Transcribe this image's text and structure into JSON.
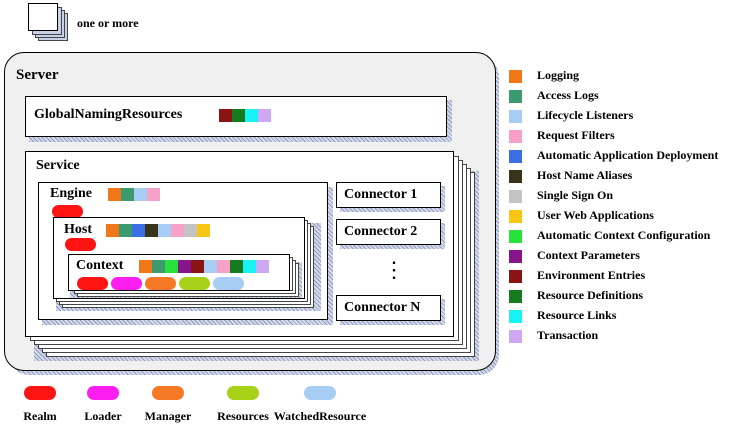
{
  "legend_top": {
    "label": "one or more"
  },
  "colors": {
    "logging": "#f07819",
    "access_logs": "#3b9a6e",
    "lifecycle_listeners": "#a8cdf4",
    "request_filters": "#f7a0c8",
    "automatic_application_deployment": "#3a6fe3",
    "host_name_aliases": "#38331a",
    "single_sign_on": "#c3c3c3",
    "user_web_applications": "#f7c613",
    "automatic_context_configuration": "#26e23a",
    "context_parameters": "#86168a",
    "environment_entries": "#8a1414",
    "resource_definitions": "#167a1e",
    "resource_links": "#19f2f2",
    "transaction": "#cfa8f4",
    "realm": "#ff1414",
    "loader": "#ff1ef0",
    "manager": "#f67a26",
    "resources": "#a8d119",
    "watched_resource": "#a8cdf4"
  },
  "diagram": {
    "server": "Server",
    "global_naming_resources": "GlobalNamingResources",
    "service": "Service",
    "engine": "Engine",
    "host": "Host",
    "context": "Context",
    "connector_1": "Connector 1",
    "connector_2": "Connector 2",
    "connector_n": "Connector N",
    "vertical_ellipsis": "⋮"
  },
  "legend": [
    {
      "key": "logging",
      "label": "Logging"
    },
    {
      "key": "access_logs",
      "label": "Access Logs"
    },
    {
      "key": "lifecycle_listeners",
      "label": "Lifecycle Listeners"
    },
    {
      "key": "request_filters",
      "label": "Request Filters"
    },
    {
      "key": "automatic_application_deployment",
      "label": "Automatic Application Deployment"
    },
    {
      "key": "host_name_aliases",
      "label": "Host Name Aliases"
    },
    {
      "key": "single_sign_on",
      "label": "Single Sign On"
    },
    {
      "key": "user_web_applications",
      "label": "User Web Applications"
    },
    {
      "key": "automatic_context_configuration",
      "label": "Automatic Context Configuration"
    },
    {
      "key": "context_parameters",
      "label": "Context Parameters"
    },
    {
      "key": "environment_entries",
      "label": "Environment Entries"
    },
    {
      "key": "resource_definitions",
      "label": "Resource Definitions"
    },
    {
      "key": "resource_links",
      "label": "Resource Links"
    },
    {
      "key": "transaction",
      "label": "Transaction"
    }
  ],
  "bottom_legend": [
    {
      "key": "realm",
      "label": "Realm"
    },
    {
      "key": "loader",
      "label": "Loader"
    },
    {
      "key": "manager",
      "label": "Manager"
    },
    {
      "key": "resources",
      "label": "Resources"
    },
    {
      "key": "watched_resource",
      "label": "WatchedResource"
    }
  ],
  "component_features": {
    "global_naming_resources": [
      "environment_entries",
      "resource_definitions",
      "resource_links",
      "transaction"
    ],
    "engine": [
      "logging",
      "access_logs",
      "lifecycle_listeners",
      "request_filters"
    ],
    "host": [
      "logging",
      "access_logs",
      "automatic_application_deployment",
      "host_name_aliases",
      "lifecycle_listeners",
      "request_filters",
      "single_sign_on",
      "user_web_applications"
    ],
    "context": [
      "logging",
      "access_logs",
      "automatic_context_configuration",
      "context_parameters",
      "environment_entries",
      "lifecycle_listeners",
      "request_filters",
      "resource_definitions",
      "resource_links",
      "transaction"
    ],
    "engine_pills": [
      "realm"
    ],
    "host_pills": [
      "realm"
    ],
    "context_pills": [
      "realm",
      "loader",
      "manager",
      "resources",
      "watched_resource"
    ]
  }
}
